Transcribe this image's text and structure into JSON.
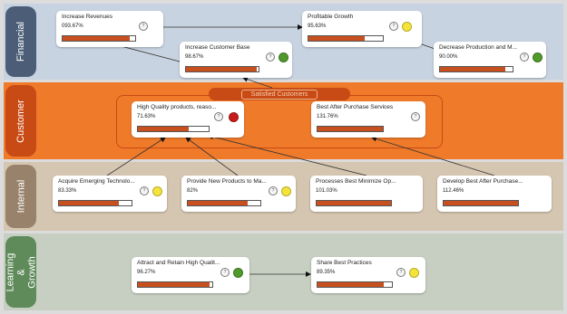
{
  "colors": {
    "financial_band": "#c7d3e0",
    "financial_label": "#4b5d77",
    "customer_band": "#ef7a2a",
    "customer_label": "#c84a14",
    "internal_band": "#d5c6b1",
    "internal_label": "#98826b",
    "learning_band": "#c6cfc1",
    "learning_label": "#5f8a5a",
    "bar_fill": "#c8501e",
    "status_green": "#4f9a2a",
    "status_yellow": "#f4e43a",
    "status_red": "#c81a1a"
  },
  "perspectives": [
    {
      "label": "Financial"
    },
    {
      "label": "Customer"
    },
    {
      "label": "Internal"
    },
    {
      "label": "Learning & Growth"
    }
  ],
  "customer_group": {
    "label": "Satisfied Customers"
  },
  "objectives": [
    {
      "name": "Increase Revenues",
      "value": "093.67%",
      "progress": 0.93,
      "status": "none"
    },
    {
      "name": "Profitable Growth",
      "value": "95.63%",
      "progress": 0.75,
      "status": "yellow"
    },
    {
      "name": "Increase Customer Base",
      "value": "98.67%",
      "progress": 0.98,
      "status": "green"
    },
    {
      "name": "Decrease Production and M...",
      "value": "90.00%",
      "progress": 0.9,
      "status": "green"
    },
    {
      "name": "High Quality products, reaso...",
      "value": "71.63%",
      "progress": 0.72,
      "status": "red"
    },
    {
      "name": "Best After Purchase Services",
      "value": "131.76%",
      "progress": 1.0,
      "status": "none"
    },
    {
      "name": "Acquire Emerging Technolo...",
      "value": "83.33%",
      "progress": 0.83,
      "status": "yellow"
    },
    {
      "name": "Provide New Products to Ma...",
      "value": "82%",
      "progress": 0.82,
      "status": "yellow"
    },
    {
      "name": "Processes Best Minimize Op...",
      "value": "101.03%",
      "progress": 1.0,
      "status": "none"
    },
    {
      "name": "Develop Best After Purchase...",
      "value": "112.46%",
      "progress": 1.0,
      "status": "none"
    },
    {
      "name": "Attract and Retain High Qualit...",
      "value": "96.27%",
      "progress": 0.96,
      "status": "green"
    },
    {
      "name": "Share Best Practices",
      "value": "89.35%",
      "progress": 0.89,
      "status": "yellow"
    }
  ]
}
